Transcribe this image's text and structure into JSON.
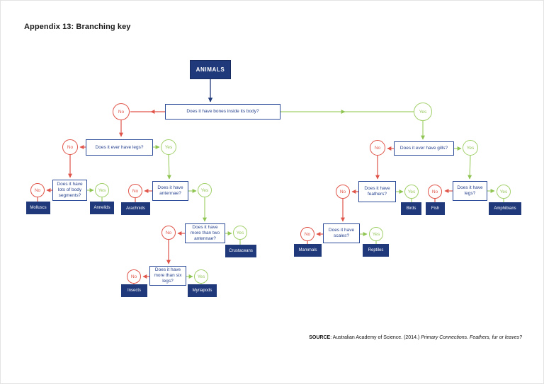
{
  "page": {
    "title": "Appendix 13: Branching key",
    "source": {
      "label": "SOURCE",
      "text": ": Australian Academy of Science. (2014.) ",
      "italic": "Primary Connections. Feathers, fur or leaves?"
    }
  },
  "labels": {
    "no": "No",
    "yes": "Yes"
  },
  "colors": {
    "no_red": "#e05449",
    "yes_green": "#a2d06a",
    "box_navy": "#20397b",
    "question_border_navy": "#2b4a97"
  },
  "diagram": {
    "root": "ANIMALS",
    "questions": {
      "bones": "Does it have bones inside its body?",
      "ever_legs": "Does it ever have legs?",
      "body_segments": "Does it have lots of body segments?",
      "antennae": "Does it have antennae?",
      "two_antennae": "Does it have more than two antennae?",
      "six_legs": "Does it have more than six legs?",
      "gills": "Does it ever have gills?",
      "feathers": "Does it have feathers?",
      "scales": "Does it have scales?",
      "legs": "Does it have legs?"
    },
    "results": {
      "molluscs": "Molluscs",
      "annelids": "Annelids",
      "arachnids": "Arachnids",
      "crustaceans": "Crustaceans",
      "insects": "Insects",
      "myriapods": "Myriapods",
      "mammals": "Mammals",
      "reptiles": "Reptiles",
      "birds": "Birds",
      "fish": "Fish",
      "amphibians": "Amphibians"
    }
  }
}
